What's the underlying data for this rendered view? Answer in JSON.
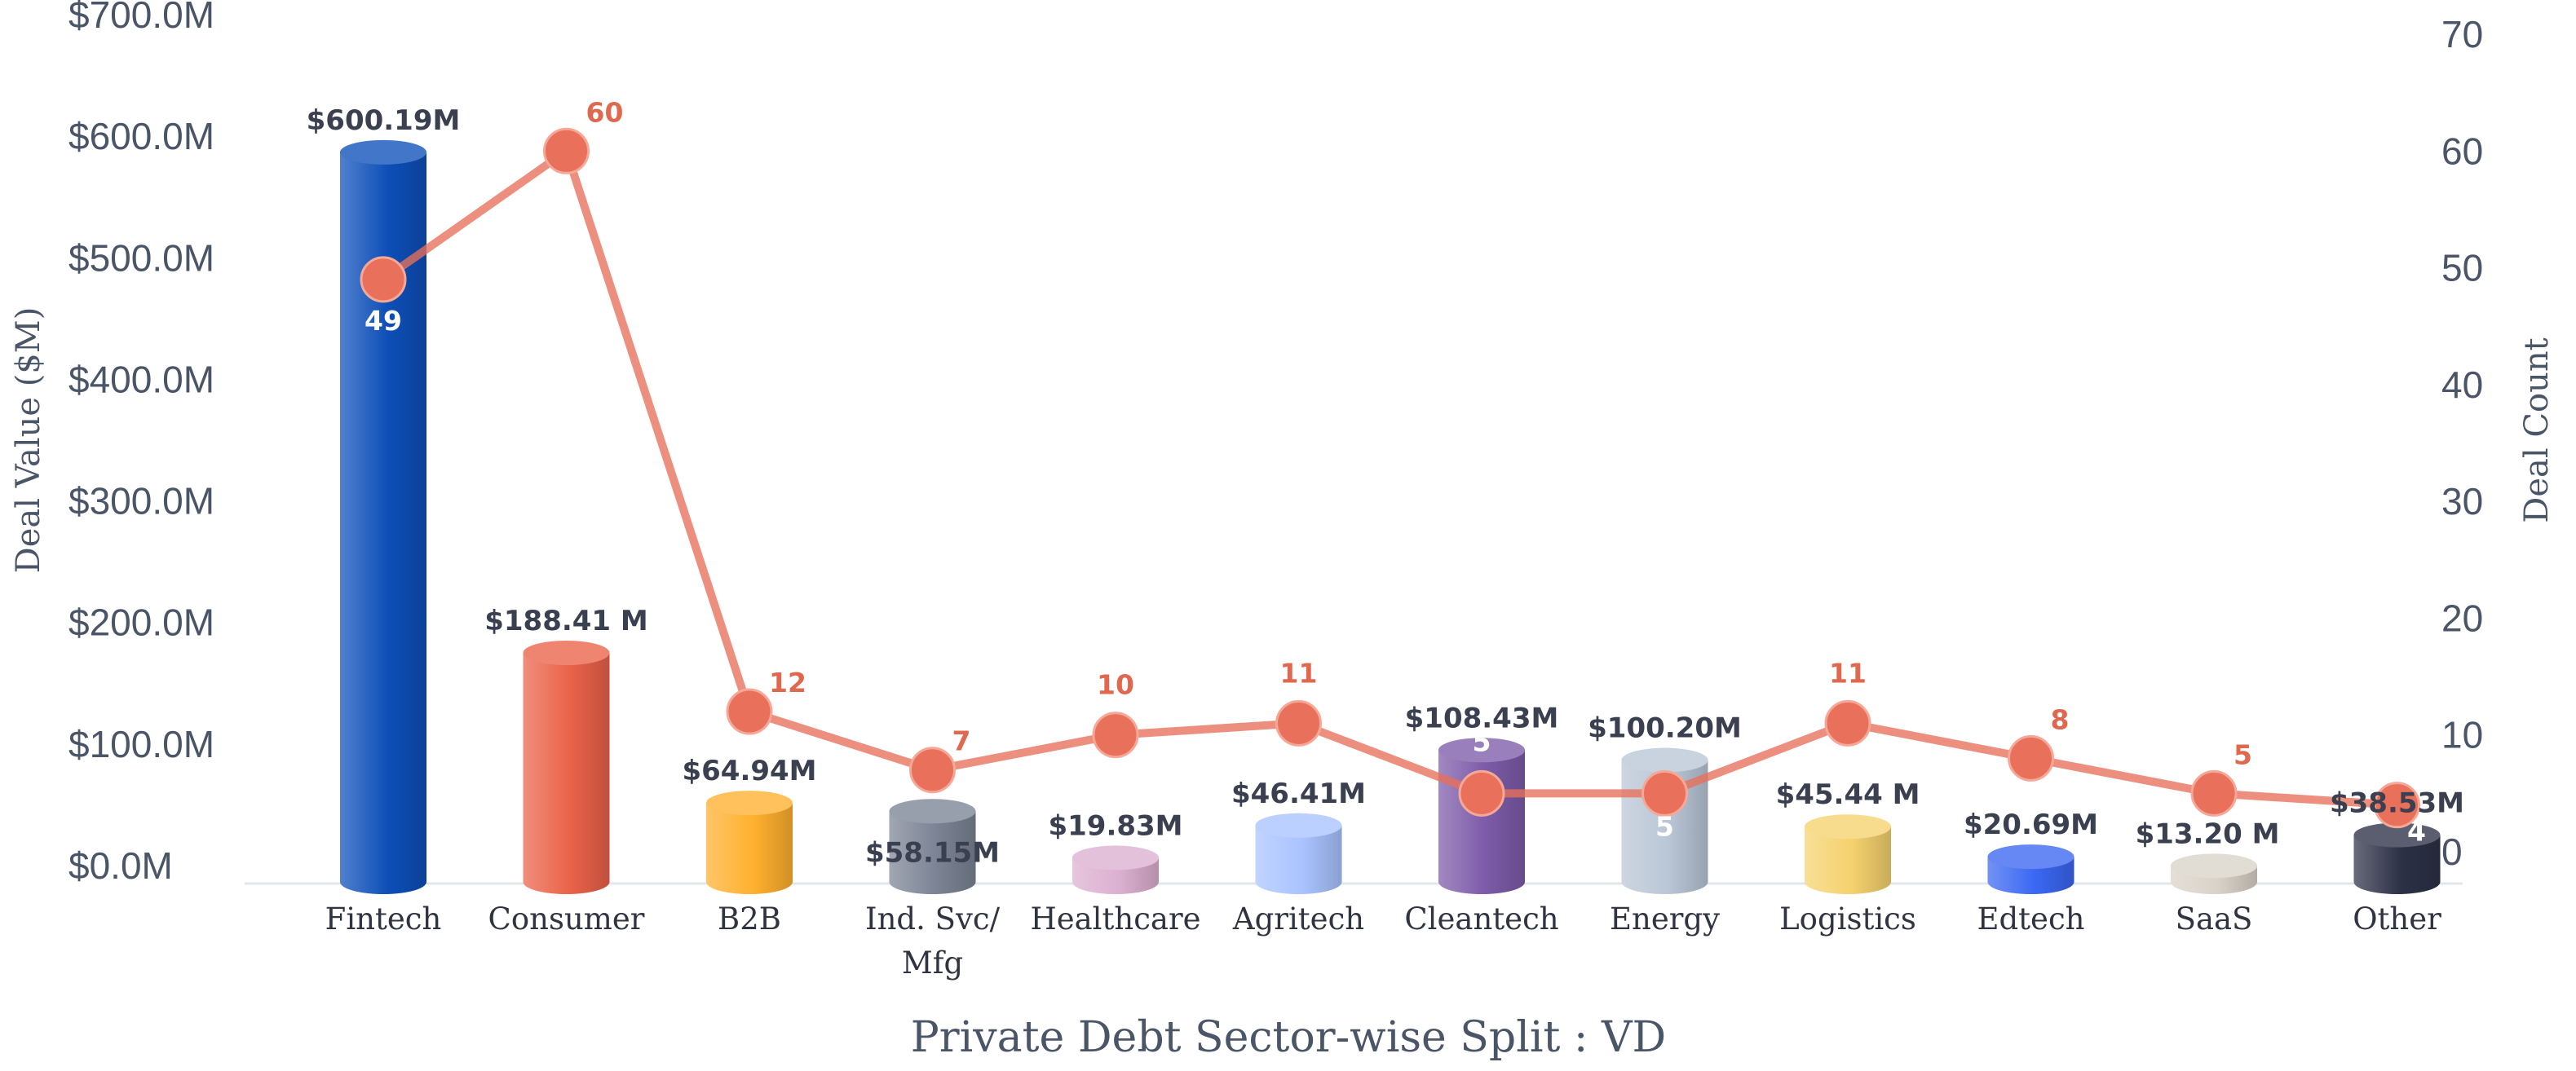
{
  "chart_data": {
    "type": "bar",
    "title": "Private Debt Sector-wise Split : VD",
    "ylabel": "Deal Value ($M)",
    "y2label": "Deal Count",
    "ylim": [
      0,
      700
    ],
    "y2lim": [
      0,
      70
    ],
    "yticks": [
      "$0.0M",
      "$100.0M",
      "$200.0M",
      "$300.0M",
      "$400.0M",
      "$500.0M",
      "$600.0M",
      "$700.0M"
    ],
    "y2ticks": [
      "0",
      "10",
      "20",
      "30",
      "40",
      "50",
      "60",
      "70"
    ],
    "grid": false,
    "legend": "none",
    "categories": [
      "Fintech",
      "Consumer",
      "B2B",
      "Ind. Svc/\nMfg",
      "Healthcare",
      "Agritech",
      "Cleantech",
      "Energy",
      "Logistics",
      "Edtech",
      "SaaS",
      "Other"
    ],
    "series": [
      {
        "type": "bar",
        "values": [
          600.19,
          188.41,
          64.94,
          58.15,
          19.83,
          46.41,
          108.43,
          100.2,
          45.44,
          20.69,
          13.2,
          38.53
        ],
        "labels": [
          "$600.19M",
          "$188.41 M",
          "$64.94M",
          "$58.15M",
          "$19.83M",
          "$46.41M",
          "$108.43M",
          "$100.20M",
          "$45.44 M",
          "$20.69M",
          "$13.20 M",
          "$38.53M"
        ],
        "colors": [
          "#0d4fb8",
          "#ea6249",
          "#ffb02e",
          "#7b8494",
          "#dcb0d0",
          "#a9c3ff",
          "#7c5ba8",
          "#b9c6d6",
          "#f5d26e",
          "#3b67f2",
          "#d9d2c8",
          "#2c3146"
        ]
      },
      {
        "type": "line",
        "values": [
          49,
          60,
          12,
          7,
          10,
          11,
          5,
          5,
          11,
          8,
          5,
          4
        ],
        "labels": [
          "49",
          "60",
          "12",
          "7",
          "10",
          "11",
          "5",
          "5",
          "11",
          "8",
          "5",
          "4"
        ],
        "color": "#e9705a"
      }
    ]
  }
}
